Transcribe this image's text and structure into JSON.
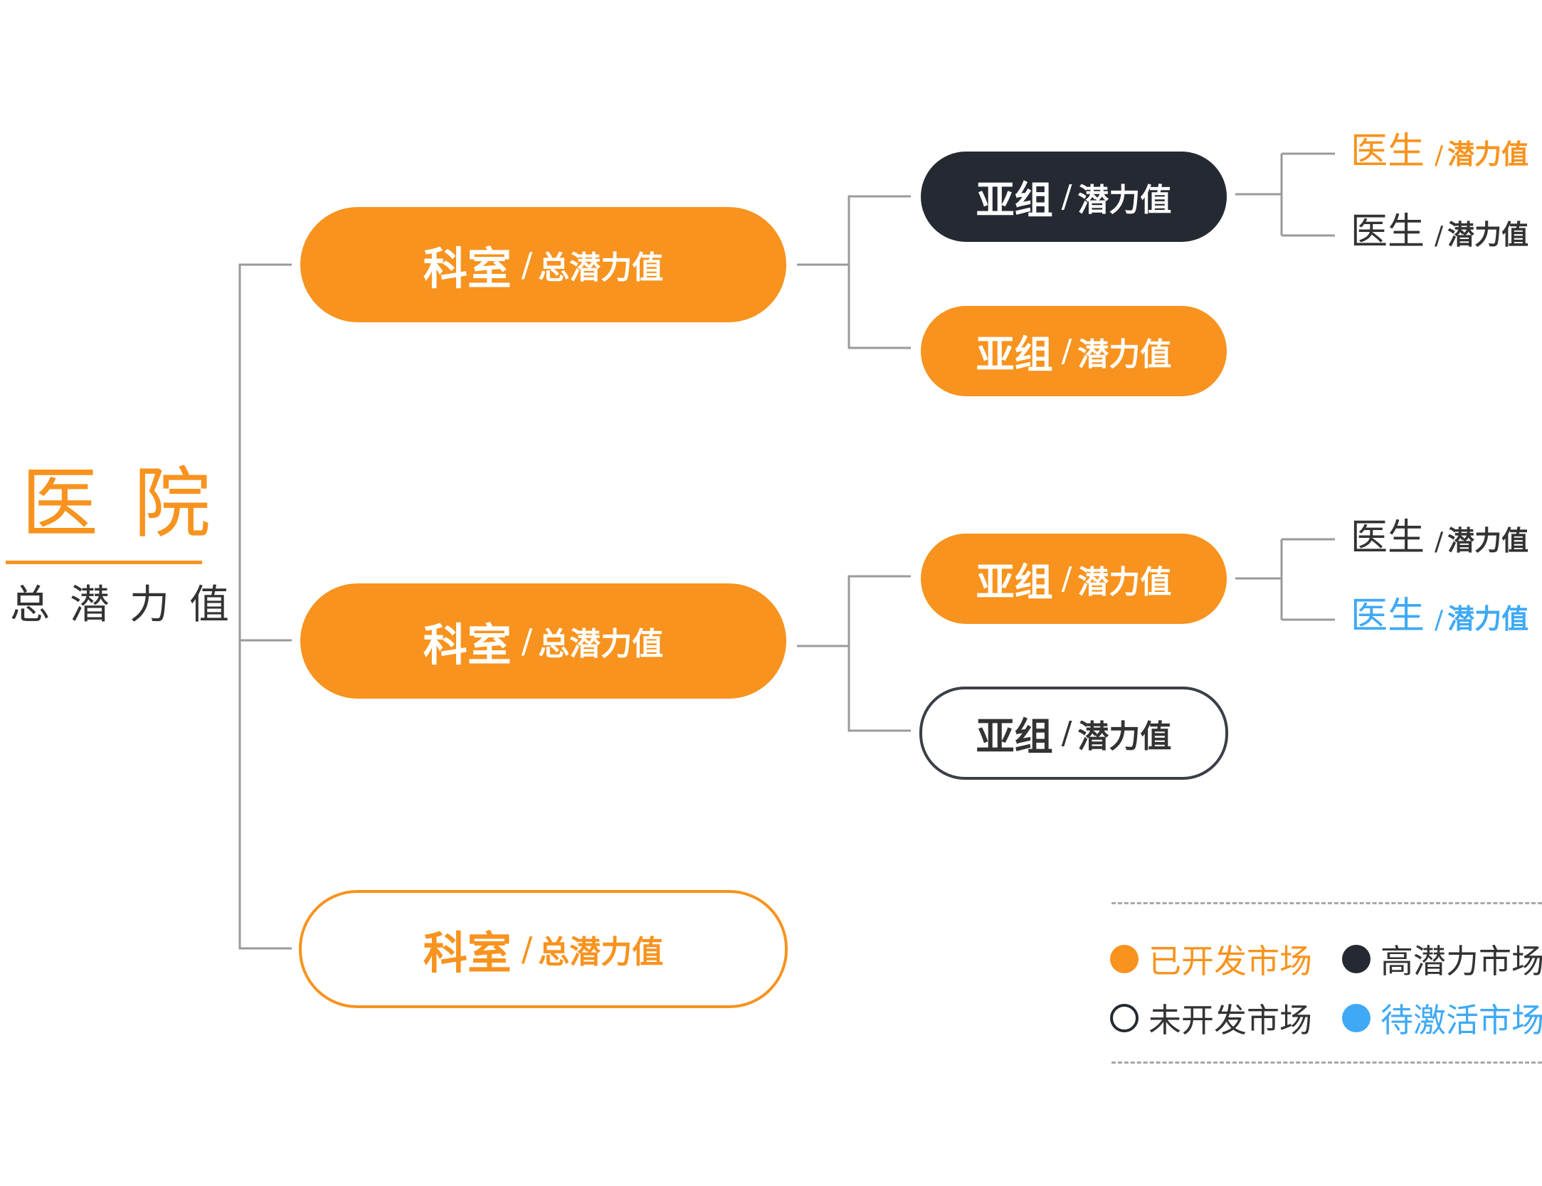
{
  "colors": {
    "orange": "#F7931E",
    "dark": "#242932",
    "blue": "#3FA9F5",
    "text": "#333333",
    "line": "#9a9a9a",
    "white": "#FFFFFF"
  },
  "root": {
    "title": "医院",
    "subtitle": "总潜力值"
  },
  "departments": [
    {
      "label": "科室",
      "value_label": "总潜力值",
      "style": "filled",
      "subgroups": [
        {
          "label": "亚组",
          "value_label": "潜力值",
          "style": "dark",
          "doctors": [
            {
              "label": "医生",
              "value_label": "潜力值",
              "color": "orange"
            },
            {
              "label": "医生",
              "value_label": "潜力值",
              "color": "text"
            }
          ]
        },
        {
          "label": "亚组",
          "value_label": "潜力值",
          "style": "orange",
          "doctors": []
        }
      ]
    },
    {
      "label": "科室",
      "value_label": "总潜力值",
      "style": "filled",
      "subgroups": [
        {
          "label": "亚组",
          "value_label": "潜力值",
          "style": "orange",
          "doctors": [
            {
              "label": "医生",
              "value_label": "潜力值",
              "color": "text"
            },
            {
              "label": "医生",
              "value_label": "潜力值",
              "color": "blue"
            }
          ]
        },
        {
          "label": "亚组",
          "value_label": "潜力值",
          "style": "outline",
          "doctors": []
        }
      ]
    },
    {
      "label": "科室",
      "value_label": "总潜力值",
      "style": "outline",
      "subgroups": []
    }
  ],
  "legend": [
    {
      "label": "已开发市场",
      "style": "orange"
    },
    {
      "label": "高潜力市场",
      "style": "dark"
    },
    {
      "label": "未开发市场",
      "style": "outline"
    },
    {
      "label": "待激活市场",
      "style": "blue"
    }
  ]
}
